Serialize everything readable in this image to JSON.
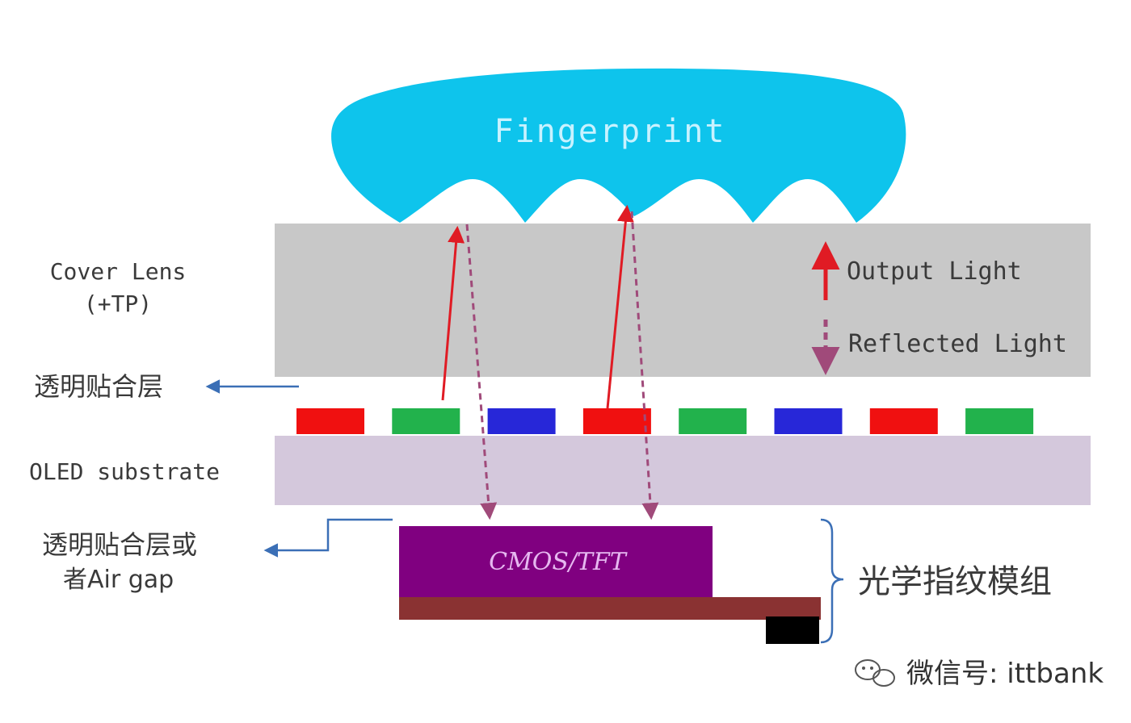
{
  "fingerprint": {
    "label": "Fingerprint",
    "color": "#0ec4ec",
    "text_color": "#c8f2ff"
  },
  "layers": {
    "cover_lens": {
      "label_line1": "Cover Lens",
      "label_line2": "(+TP)",
      "color": "#c8c8c8"
    },
    "adhesive_top": {
      "label": "透明贴合层"
    },
    "oled_substrate": {
      "label": "OLED substrate",
      "color": "#d4c8dc"
    },
    "adhesive_bottom": {
      "label_line1": "透明贴合层或",
      "label_line2": "者Air gap"
    },
    "sensor": {
      "label": "CMOS/TFT",
      "color": "#800080"
    },
    "module_base": {
      "color": "#8a3232"
    },
    "module_block": {
      "color": "#000000"
    }
  },
  "pixels": [
    {
      "name": "red",
      "color": "#f01010"
    },
    {
      "name": "green",
      "color": "#22b24c"
    },
    {
      "name": "blue",
      "color": "#2727d8"
    },
    {
      "name": "red",
      "color": "#f01010"
    },
    {
      "name": "green",
      "color": "#22b24c"
    },
    {
      "name": "blue",
      "color": "#2727d8"
    },
    {
      "name": "red",
      "color": "#f01010"
    },
    {
      "name": "green",
      "color": "#22b24c"
    }
  ],
  "legend": {
    "output_light": "Output Light",
    "reflected_light": "Reflected Light",
    "output_color": "#e01b24",
    "reflected_color": "#a04a7a"
  },
  "module_label": "光学指纹模组",
  "arrow_color": "#3b6fb6",
  "watermark": "微信号: ittbank"
}
